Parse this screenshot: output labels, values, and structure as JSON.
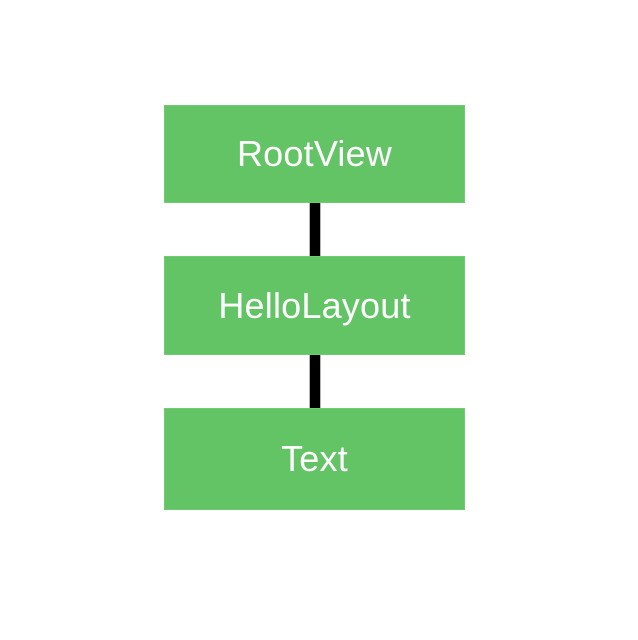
{
  "diagram": {
    "type": "view-hierarchy-tree",
    "orientation": "top-down",
    "background_color": "#ffffff",
    "node_fill_color": "#62c464",
    "node_border_color": "#6fcb70",
    "node_text_color": "#ffffff",
    "edge_color": "#000000",
    "nodes": [
      {
        "id": "root",
        "label": "RootView"
      },
      {
        "id": "layout",
        "label": "HelloLayout"
      },
      {
        "id": "text",
        "label": "Text"
      }
    ],
    "edges": [
      {
        "from": "root",
        "to": "layout"
      },
      {
        "from": "layout",
        "to": "text"
      }
    ]
  }
}
